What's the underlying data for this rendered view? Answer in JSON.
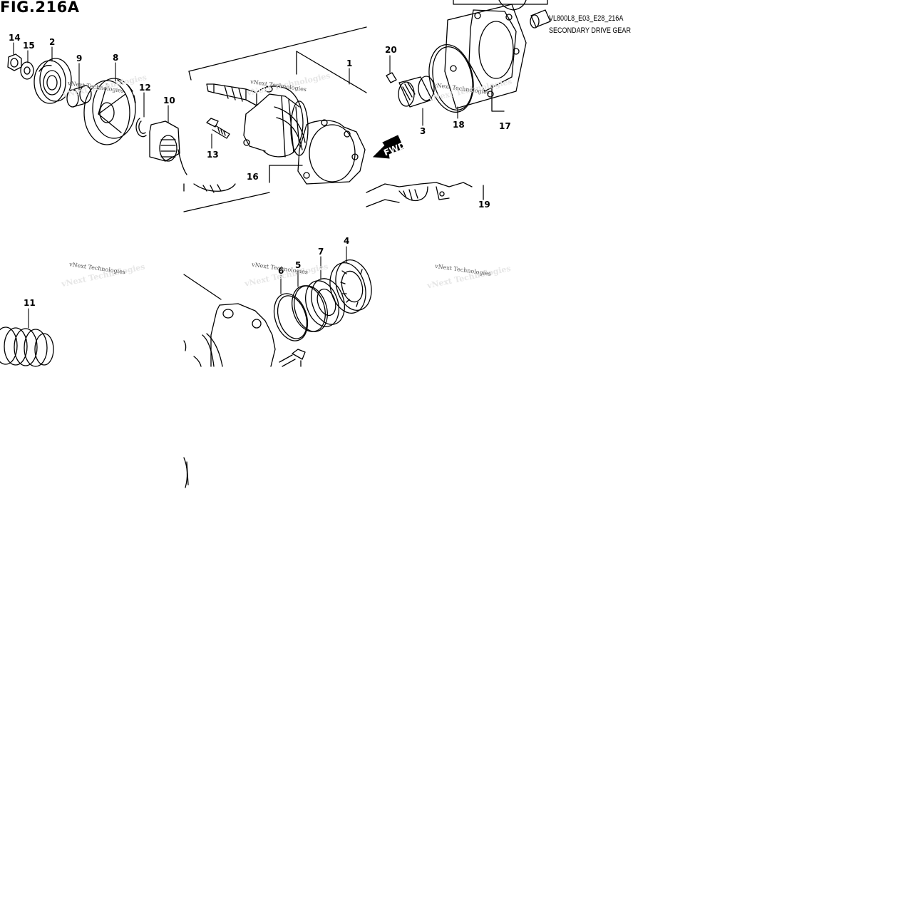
{
  "figure": {
    "title": "FIG.216A",
    "code": "VL800L8_E03_E28_216A",
    "name": "SECONDARY DRIVE GEAR"
  },
  "watermark": "vNext Technologies",
  "direction_label": "FWD",
  "callouts": {
    "c1": "1",
    "c2": "2",
    "c3": "3",
    "c4": "4",
    "c5": "5",
    "c6": "6",
    "c7": "7",
    "c8": "8",
    "c9": "9",
    "c10": "10",
    "c11": "11",
    "c12": "12",
    "c13": "13",
    "c14": "14",
    "c15": "15",
    "c16": "16",
    "c17": "17",
    "c18": "18",
    "c19": "19",
    "c20": "20"
  }
}
